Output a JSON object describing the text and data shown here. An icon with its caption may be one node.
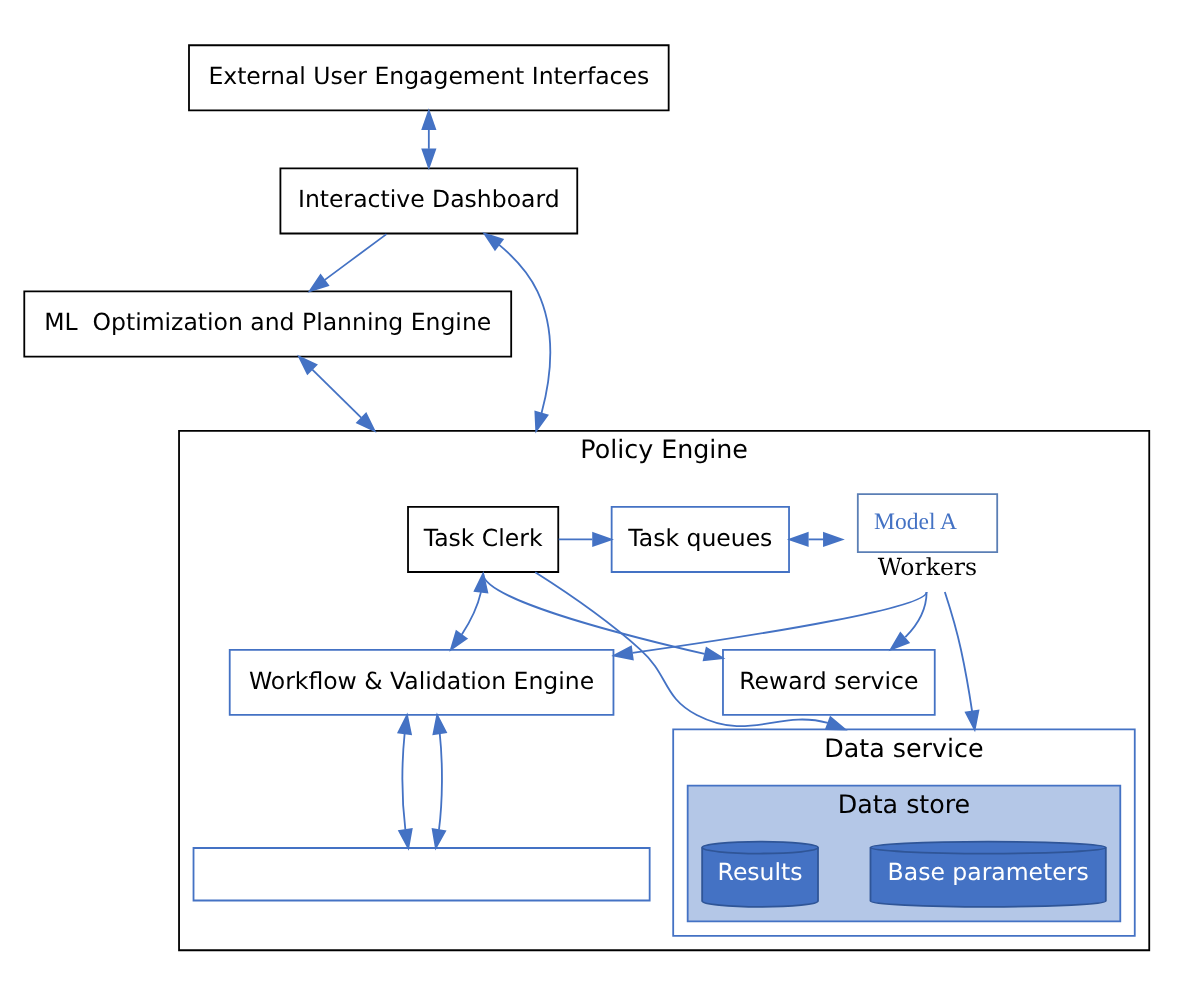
{
  "diagram": {
    "nodes": [
      {
        "text": [
          "External User Engagement Interfaces"
        ]
      },
      {
        "text": [
          "Interactive Dashboard"
        ]
      },
      {
        "text": [
          "ML  Optimization and Planning Engine"
        ]
      },
      {
        "text": [
          "Policy Engine"
        ]
      },
      {
        "text": [
          "Task Clerk"
        ],
        "in": 3
      },
      {
        "text": [
          "Task queues"
        ],
        "in": 3
      },
      {
        "text": [
          "Model A"
        ],
        "in": 3,
        "beside": [
          "Workers"
        ]
      },
      {
        "text": [
          "Reward service"
        ],
        "in": 3
      },
      {
        "text": [
          "Data service"
        ],
        "in": 3
      },
      {
        "text": [
          "Data store"
        ],
        "in": 8
      },
      {
        "text": [
          "Base parameters"
        ],
        "in": 9
      },
      {
        "text": [
          "Results"
        ],
        "in": 9
      },
      {
        "text": [
          "Workflow & Validation Engine"
        ],
        "in": 3
      },
      {
        "text": [],
        "shape": "box",
        "in": 3
      }
    ],
    "edges": [
      {
        "from": 0,
        "to": 1,
        "arrow": "both"
      },
      {
        "from": 1,
        "to": 2,
        "arrow": "to"
      },
      {
        "from": 1,
        "to": 3,
        "arrow": "both"
      },
      {
        "from": 2,
        "to": 3,
        "arrow": "both"
      },
      {
        "from": 4,
        "to": 5,
        "arrow": "to"
      },
      {
        "from": 5,
        "to": 6,
        "arrow": "both"
      },
      {
        "from": 4,
        "to": 7,
        "arrow": "to"
      },
      {
        "from": 4,
        "to": 8,
        "arrow": "to"
      },
      {
        "from": 4,
        "to": 12,
        "arrow": "both"
      },
      {
        "from": 6,
        "to": 7,
        "arrow": "to"
      },
      {
        "from": 6,
        "to": 8,
        "arrow": "to"
      },
      {
        "from": 6,
        "to": 12,
        "arrow": "to"
      },
      {
        "from": 12,
        "to": 13,
        "arrow": "both"
      },
      {
        "from": 12,
        "to": 13,
        "arrow": "both"
      }
    ]
  }
}
